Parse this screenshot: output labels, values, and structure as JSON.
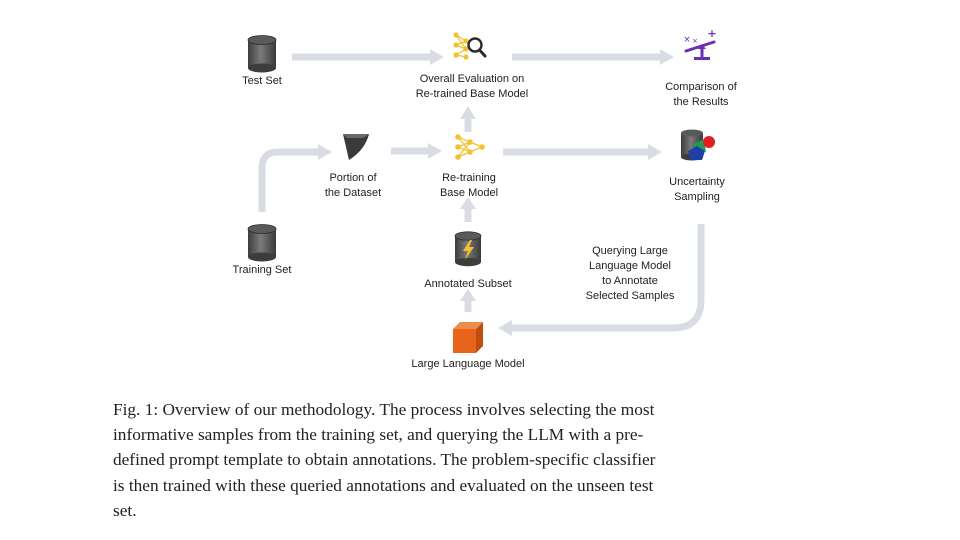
{
  "nodes": {
    "test_set": "Test Set",
    "overall_evaluation": [
      "Overall Evaluation on",
      "Re-trained Base Model"
    ],
    "comparison": [
      "Comparison of",
      "the Results"
    ],
    "portion": [
      "Portion of",
      "the Dataset"
    ],
    "retraining": [
      "Re-training",
      "Base Model"
    ],
    "uncertainty": [
      "Uncertainty",
      "Sampling"
    ],
    "training_set": "Training Set",
    "annotated_subset": "Annotated Subset",
    "llm": "Large Language Model"
  },
  "edges": {
    "llm_query": [
      "Querying Large",
      "Language Model",
      "to Annotate",
      "Selected Samples"
    ]
  },
  "icons": {
    "test_set": "database-cylinder-icon",
    "overall_evaluation": "neural-network-magnifier-icon",
    "comparison": "seesaw-balance-icon",
    "portion": "pie-slice-icon",
    "retraining": "neural-network-icon",
    "uncertainty": "database-shapes-icon",
    "training_set": "database-cylinder-icon",
    "annotated_subset": "database-lightning-icon",
    "llm": "orange-cube-icon"
  },
  "caption": {
    "lines": [
      "Fig. 1: Overview of our methodology. The process involves selecting the most",
      "informative samples from the training set, and querying the LLM with a pre-",
      "defined prompt template to obtain annotations. The problem-specific classifier",
      "is then trained with these queried annotations and evaluated on the unseen test",
      "set."
    ]
  },
  "colors": {
    "arrow": "#d9dde3",
    "cylinder": "#4a4a4a",
    "network": "#f2c230",
    "cube": "#e8641c",
    "accent_purple": "#6a2fb5"
  }
}
